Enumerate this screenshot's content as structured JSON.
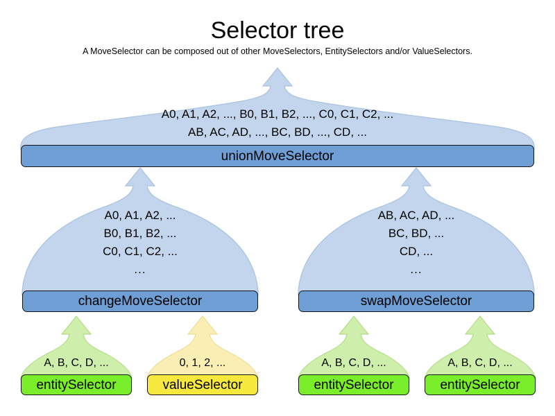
{
  "header": {
    "title": "Selector tree",
    "subtitle": "A MoveSelector can be composed out of other MoveSelectors, EntitySelectors and/or ValueSelectors."
  },
  "colors": {
    "blue_bar": "#6f9ed4",
    "blue_fan": "#c3d5ec",
    "green_bar": "#7aee2b",
    "green_fan": "#cdefab",
    "yellow_bar": "#f7e83d",
    "yellow_fan": "#faeeb4",
    "outline": "#141414",
    "fan_outline": "#9cb8d8",
    "background": "#ffffff"
  },
  "nodes": {
    "union": {
      "label": "unionMoveSelector",
      "samples": [
        "A0, A1, A2, ..., B0, B1, B2, ..., C0, C1, C2, ...",
        "AB, AC, AD, ..., BC, BD, ..., CD, ..."
      ]
    },
    "change": {
      "label": "changeMoveSelector",
      "samples": [
        "A0, A1, A2, ...",
        "B0, B1, B2, ...",
        "C0, C1, C2, ...",
        "..."
      ]
    },
    "swap": {
      "label": "swapMoveSelector",
      "samples": [
        "AB, AC, AD, ...",
        "BC, BD, ...",
        "CD, ...",
        "..."
      ]
    },
    "entity1": {
      "label": "entitySelector",
      "samples": [
        "A, B, C, D, ..."
      ]
    },
    "value1": {
      "label": "valueSelector",
      "samples": [
        "0, 1, 2, ..."
      ]
    },
    "entity2": {
      "label": "entitySelector",
      "samples": [
        "A, B, C, D, ..."
      ]
    },
    "entity3": {
      "label": "entitySelector",
      "samples": [
        "A, B, C, D, ..."
      ]
    }
  }
}
